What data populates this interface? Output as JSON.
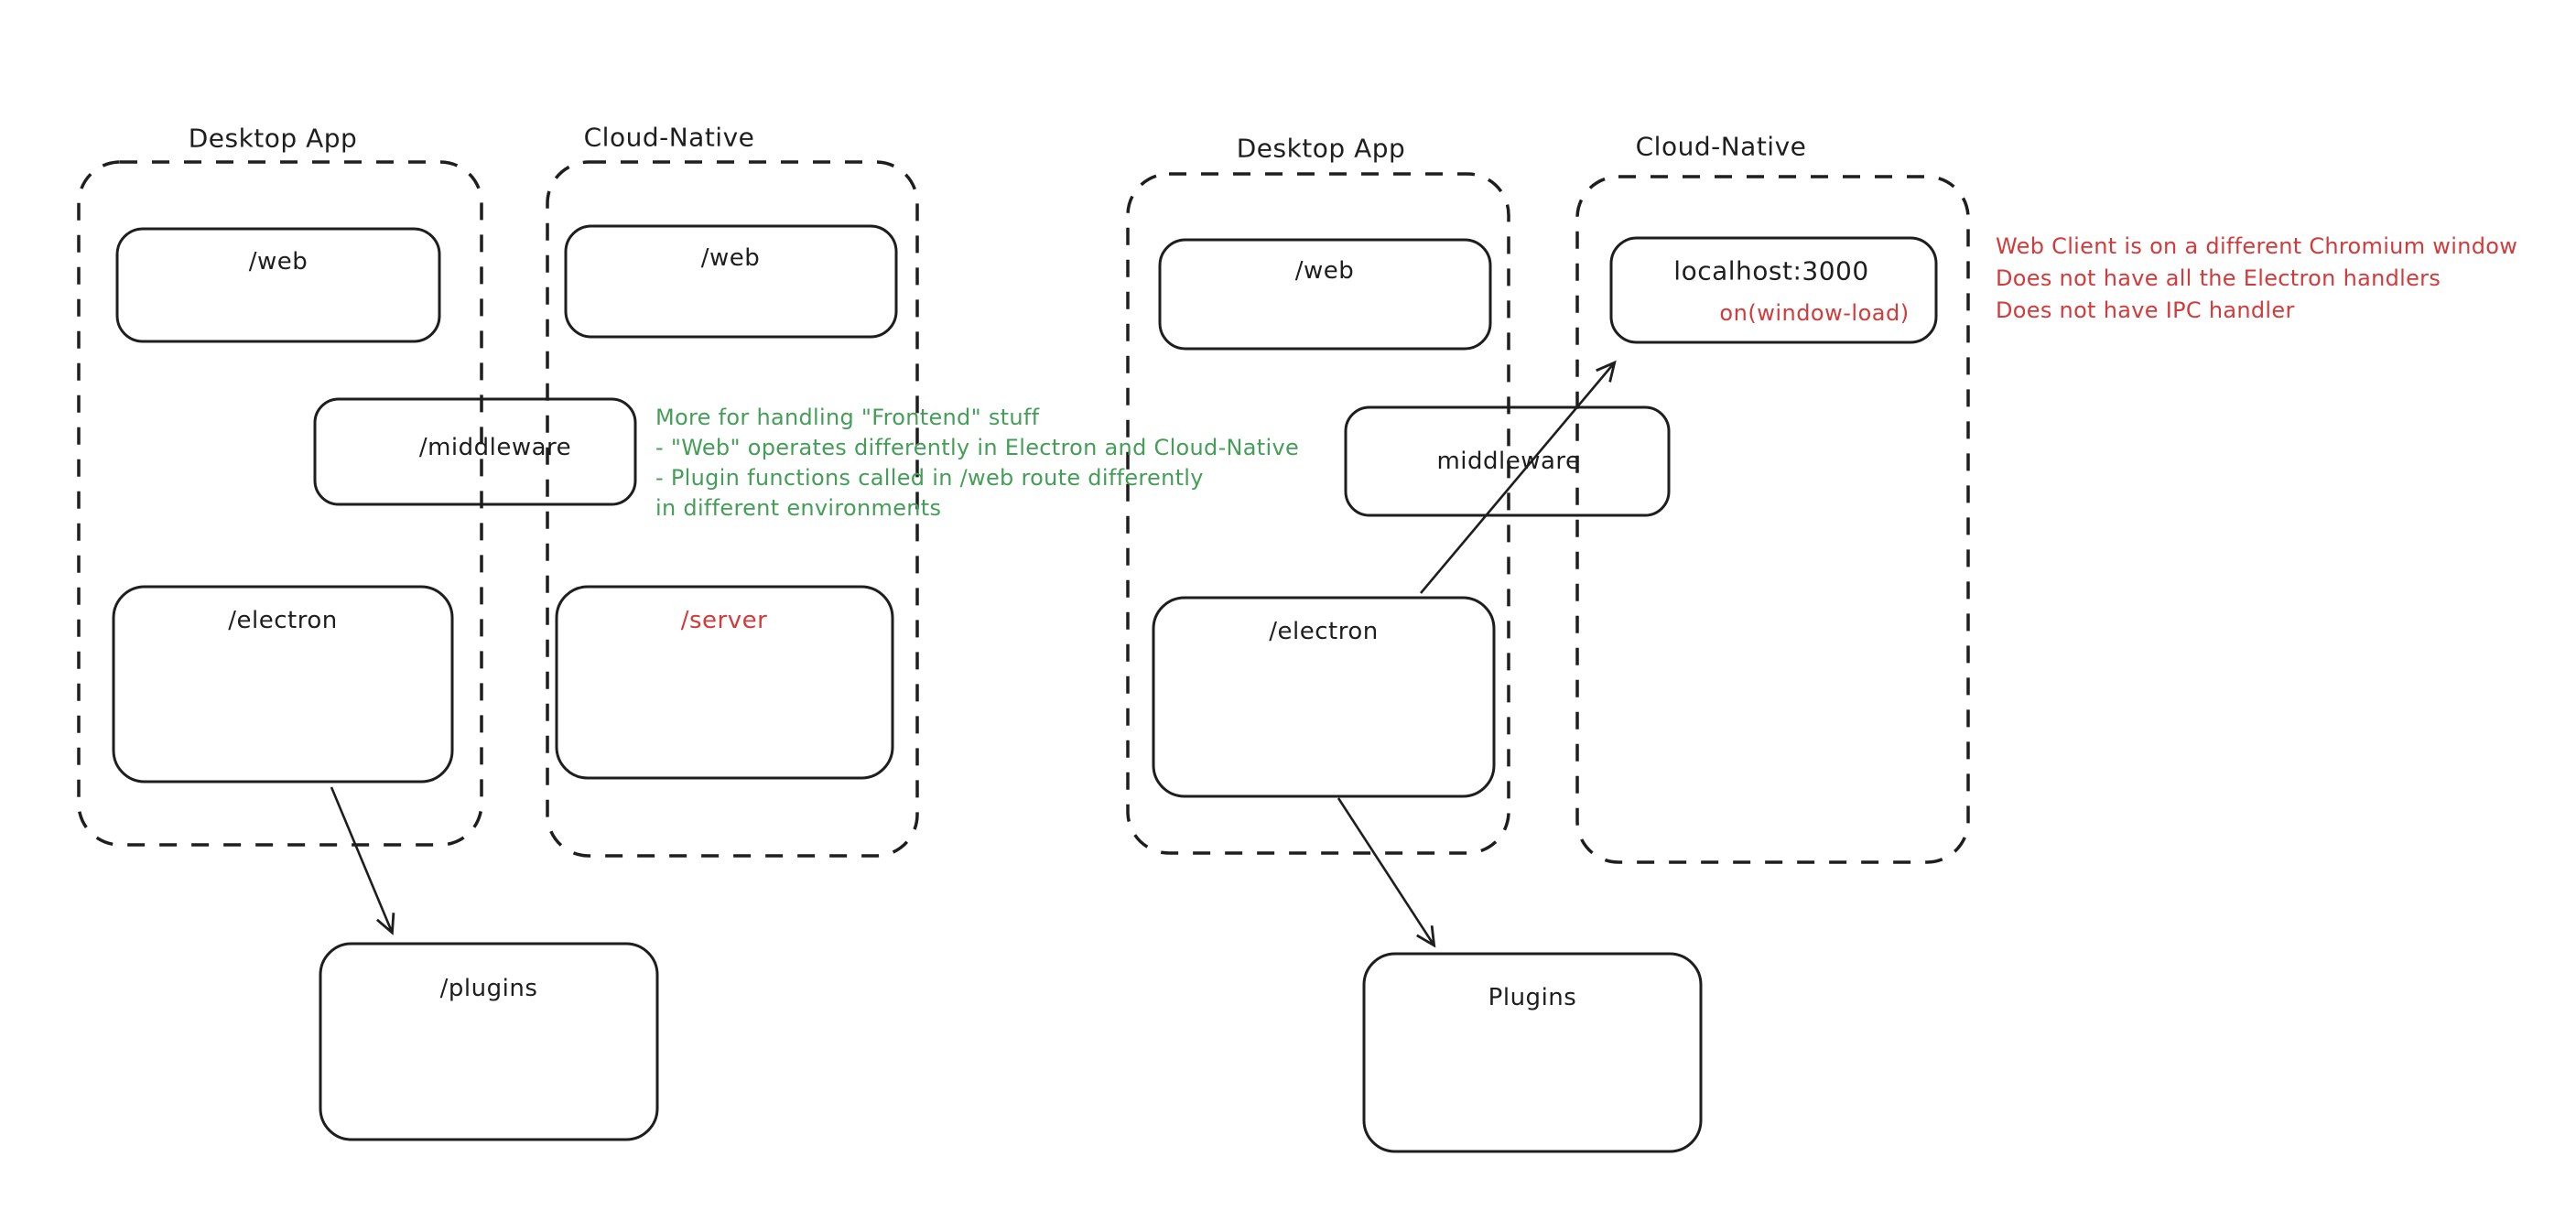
{
  "colors": {
    "stroke": "#1e1e1e",
    "red": "#d13b3b",
    "green": "#449e58",
    "background": "#ffffff"
  },
  "left": {
    "groups": {
      "desktop": "Desktop App",
      "cloud": "Cloud-Native"
    },
    "boxes": {
      "web_desktop": "/web",
      "web_cloud": "/web",
      "middleware": "/middleware",
      "electron": "/electron",
      "server": "/server",
      "plugins": "/plugins"
    },
    "note_lines": [
      "More for handling \"Frontend\" stuff",
      "- \"Web\" operates differently in Electron and Cloud-Native",
      "- Plugin functions called in /web route differently",
      "in different environments"
    ]
  },
  "right": {
    "groups": {
      "desktop": "Desktop App",
      "cloud": "Cloud-Native"
    },
    "boxes": {
      "web": "/web",
      "localhost": "localhost:3000",
      "localhost_event": "on(window-load)",
      "middleware": "middleware",
      "electron": "/electron",
      "plugins": "Plugins"
    },
    "note_lines": [
      "Web Client is on a different Chromium window",
      "Does not have all the Electron handlers",
      "Does not have IPC handler"
    ]
  }
}
